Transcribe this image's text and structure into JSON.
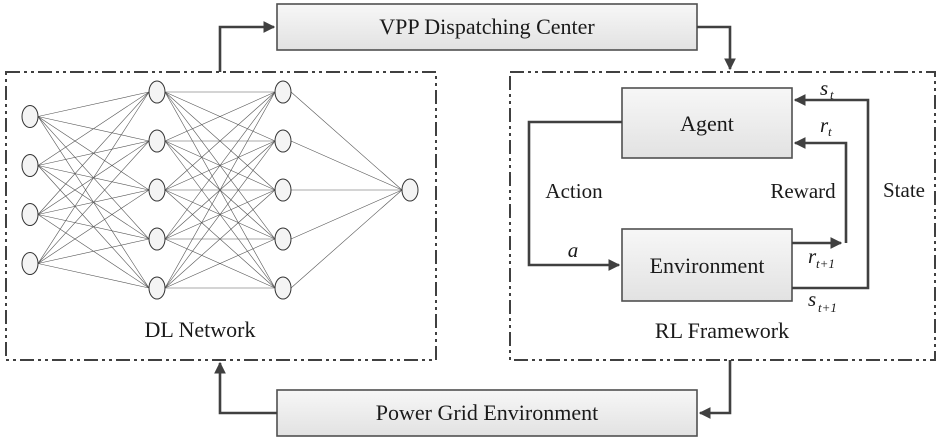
{
  "labels": {
    "vpp_center": "VPP Dispatching Center",
    "power_grid": "Power Grid Environment",
    "dl_network": "DL Network",
    "rl_framework": "RL Framework",
    "agent": "Agent",
    "environment": "Environment",
    "action": "Action",
    "reward": "Reward",
    "state": "State",
    "a": "a",
    "s_t": "s",
    "s_t_sub": "t",
    "r_t": "r",
    "r_t_sub": "t",
    "r_t1": "r",
    "r_t1_sub": "t+1",
    "s_t1": "s",
    "s_t1_sub": "t+1"
  },
  "network": {
    "layers": [
      4,
      5,
      5,
      1
    ]
  },
  "colors": {
    "box_fill": "#eeeeee",
    "line": "#404040",
    "node_fill": "#f4f4f4"
  }
}
